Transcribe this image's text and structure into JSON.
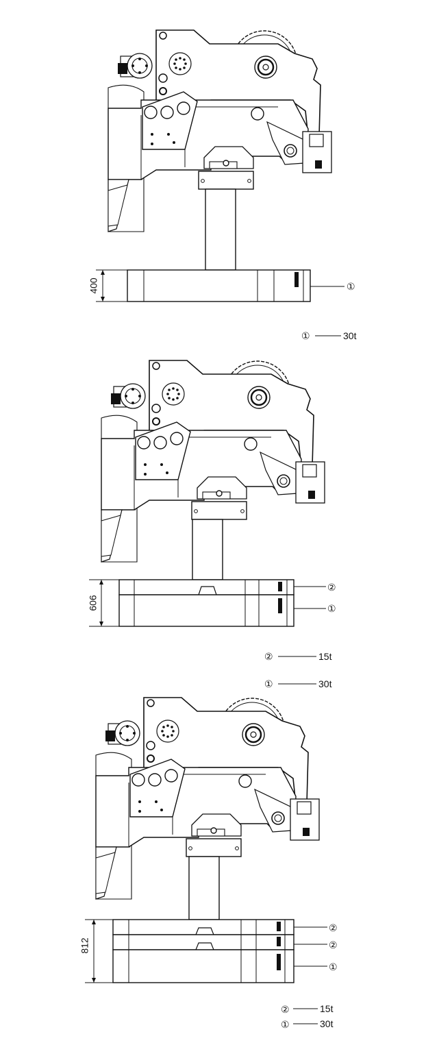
{
  "diagrams": [
    {
      "dimension": "400",
      "callouts": [
        "①"
      ],
      "legend": [
        {
          "marker": "①",
          "value": "30t"
        }
      ]
    },
    {
      "dimension": "606",
      "callouts": [
        "②",
        "①"
      ],
      "legend": [
        {
          "marker": "②",
          "value": "15t"
        },
        {
          "marker": "①",
          "value": "30t"
        }
      ]
    },
    {
      "dimension": "812",
      "callouts": [
        "②",
        "②",
        "①"
      ],
      "legend": [
        {
          "marker": "②",
          "value": "15t"
        },
        {
          "marker": "①",
          "value": "30t"
        }
      ]
    }
  ]
}
